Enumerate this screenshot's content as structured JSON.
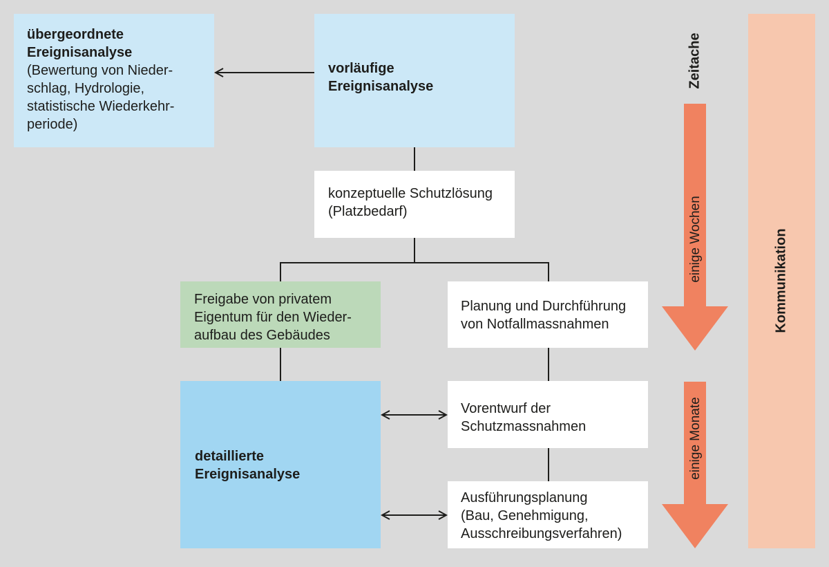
{
  "boxes": {
    "uebergeordnet": {
      "title": "übergeordnete Ereignisanalyse",
      "lines": [
        "(Bewertung von Nieder-",
        "schlag, Hydrologie,",
        "statistische Wiederkehr-",
        "periode)"
      ]
    },
    "vorlaeufig": {
      "title_lines": [
        "vorläufige",
        "Ereignisanalyse"
      ]
    },
    "konzeptuell": {
      "lines": [
        "konzeptuelle Schutzlösung",
        "(Platzbedarf)"
      ]
    },
    "freigabe": {
      "lines": [
        "Freigabe von privatem",
        "Eigentum für den Wieder-",
        "aufbau des Gebäudes"
      ]
    },
    "planung": {
      "lines": [
        "Planung und Durchführung",
        "von Notfallmassnahmen"
      ]
    },
    "detailliert": {
      "title_lines": [
        "detaillierte",
        "Ereignisanalyse"
      ]
    },
    "vorentwurf": {
      "lines": [
        "Vorentwurf der",
        "Schutzmassnahmen"
      ]
    },
    "ausfuehrung": {
      "lines": [
        "Ausführungsplanung",
        "(Bau, Genehmigung,",
        "Ausschreibungsverfahren)"
      ]
    }
  },
  "timeline": {
    "axis_label": "Zeitache",
    "phase1": "einige Wochen",
    "phase2": "einige Monate"
  },
  "side_bar": {
    "label": "Kommunikation"
  },
  "colors": {
    "background": "#dadada",
    "light_blue": "#cce8f7",
    "blue": "#a1d6f2",
    "green": "#bcd9b9",
    "white": "#ffffff",
    "arrow_orange": "#f08260",
    "communication_bar": "#f7c7ae",
    "line": "#1d1d1b"
  }
}
